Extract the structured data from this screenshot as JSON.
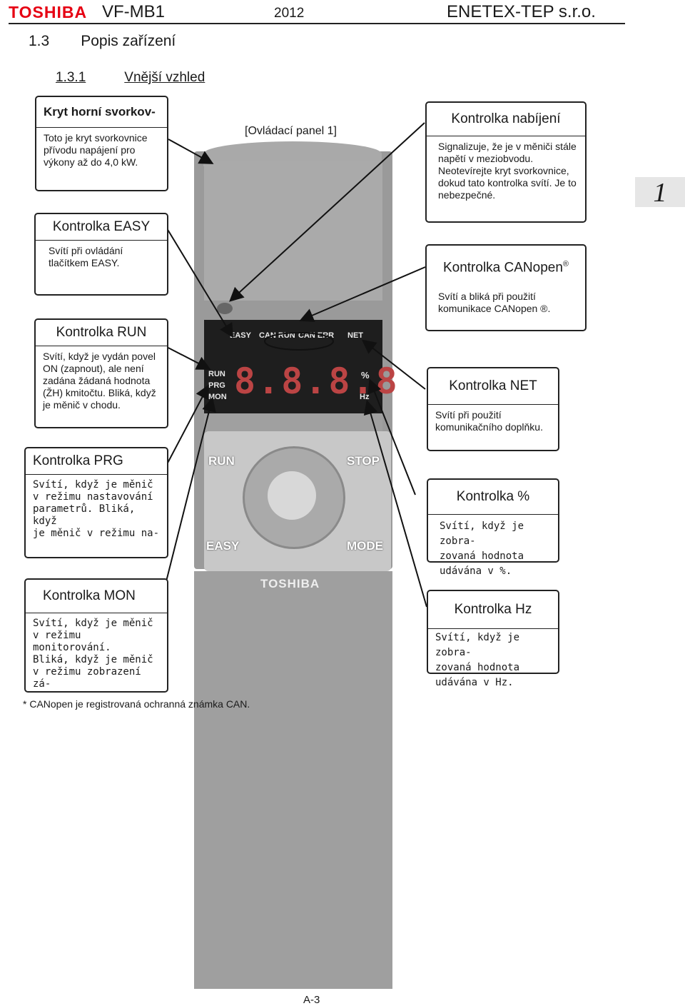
{
  "header": {
    "brand": "TOSHIBA",
    "model": "VF-MB1",
    "year": "2012",
    "company": "ENETEX-TEP s.r.o."
  },
  "section": {
    "number": "1.3",
    "title": "Popis zařízení"
  },
  "subsection": {
    "number": "1.3.1",
    "title": "Vnější vzhled"
  },
  "chapter_tab": "1",
  "panel_label": "[Ovládací panel 1]",
  "callouts": {
    "kryt": {
      "title": "Kryt horní svorkov-",
      "text": "Toto je kryt svorkovnice přívodu napájení pro výkony až do 4,0 kW."
    },
    "easy": {
      "title": "Kontrolka EASY",
      "text": "Svítí při ovládání tlačítkem EASY."
    },
    "run": {
      "title": "Kontrolka RUN",
      "text": "Svítí, když je vydán povel ON (zapnout), ale není zadána žádaná hodnota (ŽH) kmitočtu. Bliká, když je měnič v chodu."
    },
    "prg": {
      "title": "Kontrolka PRG",
      "lines": [
        "Svítí, když je měnič",
        "v režimu nastavování",
        "parametrů. Bliká, když",
        "je měnič v režimu na-"
      ]
    },
    "mon": {
      "title": "Kontrolka MON",
      "lines": [
        "Svítí, když je měnič",
        "v režimu monitorování.",
        "Bliká, když je měnič",
        "v režimu zobrazení zá-"
      ]
    },
    "nabijeni": {
      "title": "Kontrolka nabíjení",
      "text": "Signalizuje, že je v měniči stále napětí v meziobvodu. Neotevírejte kryt svorkovnice, dokud tato kontrolka svítí. Je to nebezpečné."
    },
    "canopen": {
      "title": "Kontrolka CANopen",
      "sup": "®",
      "text": "Svítí a bliká při použití komunikace CANopen ®."
    },
    "net": {
      "title": "Kontrolka NET",
      "text": "Svítí při použití komunikačního doplňku."
    },
    "percent": {
      "title": "Kontrolka %",
      "lines": [
        "Svítí, když je zobra-",
        "zovaná hodnota",
        "udávána v %."
      ]
    },
    "hz": {
      "title": "Kontrolka Hz",
      "lines": [
        "Svítí, když je zobra-",
        "zovaná hodnota",
        "udávána v Hz."
      ]
    }
  },
  "device": {
    "led_labels": [
      "EASY",
      "CAN RUN",
      "CAN ERR",
      "NET"
    ],
    "mode_labels": [
      "RUN",
      "PRG",
      "MON"
    ],
    "unit_labels": [
      "%",
      "Hz"
    ],
    "display": "8.8.8.8",
    "keys": [
      "RUN",
      "STOP",
      "EASY",
      "MODE"
    ],
    "brand": "TOSHIBA"
  },
  "footnote": "* CANopen je registrovaná ochranná známka CAN.",
  "page_number": "A-3",
  "colors": {
    "brand_red": "#e60012",
    "device_body": "#9a9a9a",
    "display_bg": "#1e1e1e"
  }
}
